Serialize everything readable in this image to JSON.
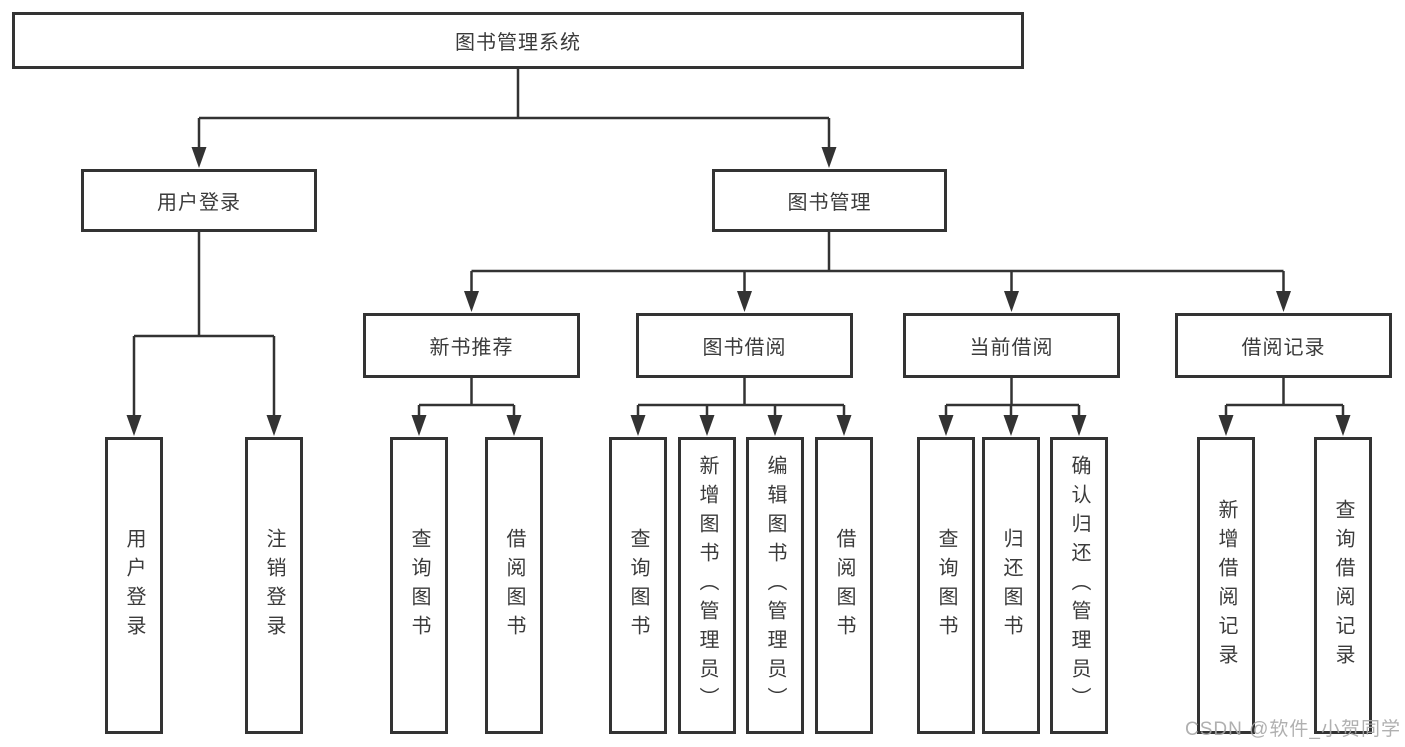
{
  "tree": {
    "root": {
      "label": "图书管理系统"
    },
    "children": [
      {
        "label": "用户登录",
        "leaves": [
          "用户登录",
          "注销登录"
        ]
      },
      {
        "label": "图书管理",
        "children": [
          {
            "label": "新书推荐",
            "leaves": [
              "查询图书",
              "借阅图书"
            ]
          },
          {
            "label": "图书借阅",
            "leaves": [
              "查询图书",
              "新增图书（管理员）",
              "编辑图书（管理员）",
              "借阅图书"
            ]
          },
          {
            "label": "当前借阅",
            "leaves": [
              "查询图书",
              "归还图书",
              "确认归还（管理员）"
            ]
          },
          {
            "label": "借阅记录",
            "leaves": [
              "新增借阅记录",
              "查询借阅记录"
            ]
          }
        ]
      }
    ]
  },
  "watermark": {
    "text": "CSDN @软件_小贺同学"
  },
  "colors": {
    "line": "#333333",
    "box_border": "#333333",
    "text": "#3B3B3B",
    "watermark": "#A8A8A8",
    "background": "#FFFFFF"
  }
}
